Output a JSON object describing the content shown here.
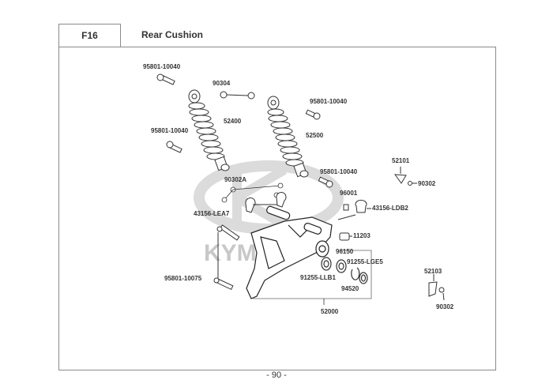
{
  "header": {
    "section_code": "F16",
    "title": "Rear Cushion"
  },
  "diagram": {
    "watermark": "KYMCO",
    "part_labels": [
      {
        "id": "bolt-top-left",
        "text": "95801-10040"
      },
      {
        "id": "nut-90304",
        "text": "90304"
      },
      {
        "id": "shock-left",
        "text": "52400"
      },
      {
        "id": "bolt-mid-left",
        "text": "95801-10040"
      },
      {
        "id": "bolt-top-right",
        "text": "95801-10040"
      },
      {
        "id": "shock-right",
        "text": "52500"
      },
      {
        "id": "bolt-lower-right",
        "text": "95801-10040"
      },
      {
        "id": "guard-52101",
        "text": "52101"
      },
      {
        "id": "screw-90302-top",
        "text": "90302"
      },
      {
        "id": "bolt-90302a",
        "text": "90302A"
      },
      {
        "id": "clamp-lea7",
        "text": "43156-LEA7"
      },
      {
        "id": "bolt-96001",
        "text": "96001"
      },
      {
        "id": "clamp-ldb2",
        "text": "43156-LDB2"
      },
      {
        "id": "bushing-11203",
        "text": "11203"
      },
      {
        "id": "bolt-10075",
        "text": "95801-10075"
      },
      {
        "id": "bearing-96150",
        "text": "96150"
      },
      {
        "id": "seal-lge5",
        "text": "91255-LGE5"
      },
      {
        "id": "seal-llb1",
        "text": "91255-LLB1"
      },
      {
        "id": "circlip-94520",
        "text": "94520"
      },
      {
        "id": "bracket-52103",
        "text": "52103"
      },
      {
        "id": "screw-90302-bottom",
        "text": "90302"
      },
      {
        "id": "swingarm-52000",
        "text": "52000"
      }
    ]
  },
  "footer": {
    "page_number": "- 90 -"
  }
}
